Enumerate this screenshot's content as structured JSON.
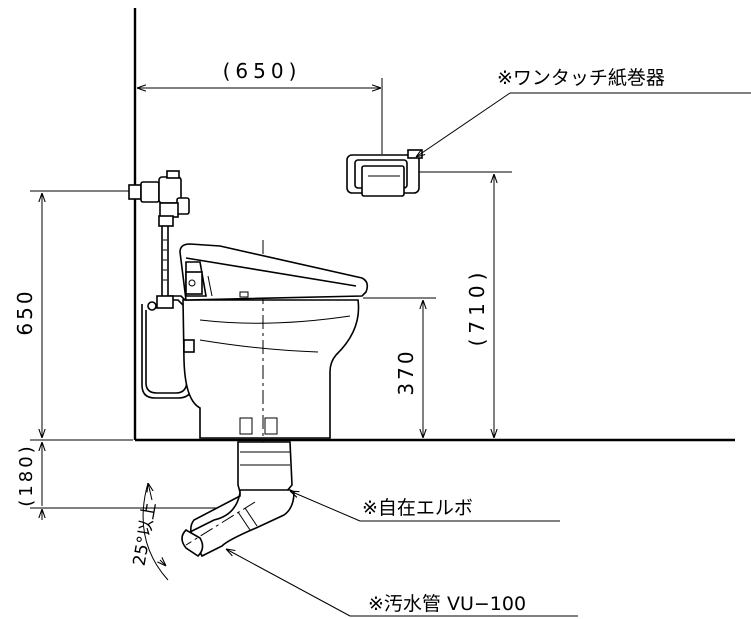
{
  "labels": {
    "paper_holder": "※ワンタッチ紙巻器",
    "elbow": "※自在エルボ",
    "drain_pipe": "※汚水管 VU−100"
  },
  "dimensions": {
    "holder_offset": "(650)",
    "valve_height": "650",
    "floor_depth": "(180)",
    "seat_height": "370",
    "holder_height": "(710)",
    "slope": "25°以上"
  }
}
